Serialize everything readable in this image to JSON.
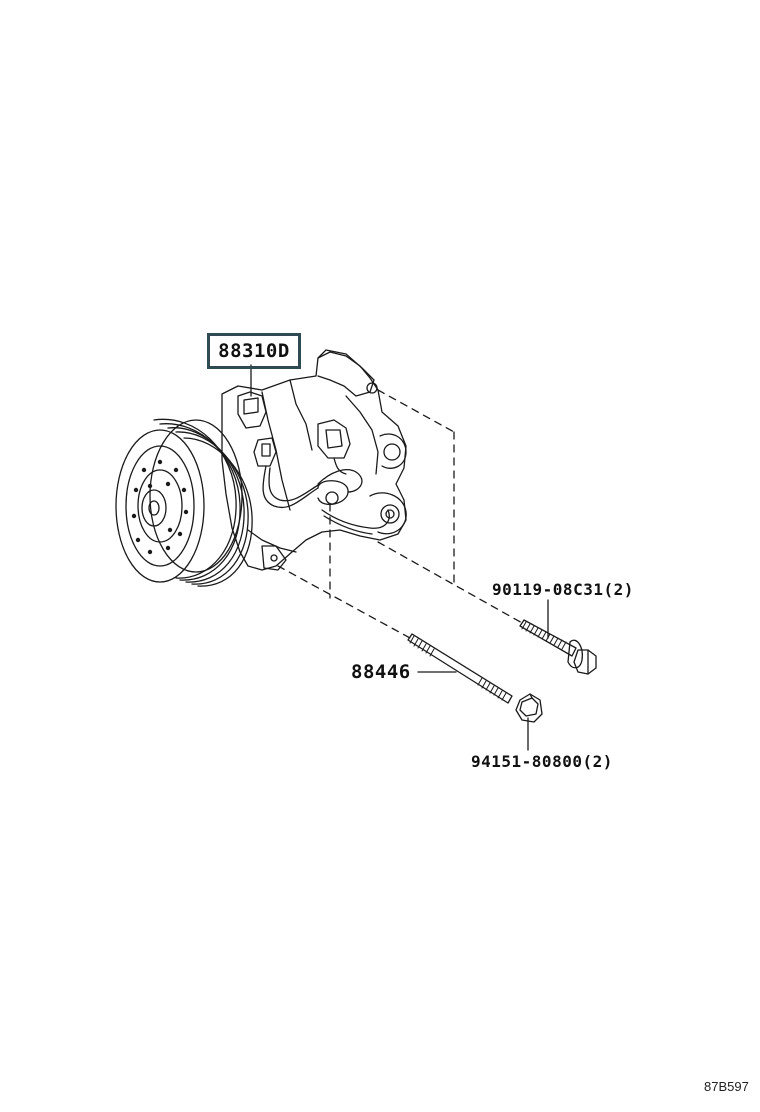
{
  "diagram": {
    "parts": [
      {
        "part_number": "88310D",
        "highlighted": true
      },
      {
        "part_number": "90119-08C31",
        "quantity": "(2)"
      },
      {
        "part_number": "88446"
      },
      {
        "part_number": "94151-80800",
        "quantity": "(2)"
      }
    ],
    "illustration_code": "87B597"
  },
  "colors": {
    "line": "#1a1a1a",
    "highlight_border": "#2f4a52",
    "background": "#ffffff"
  }
}
